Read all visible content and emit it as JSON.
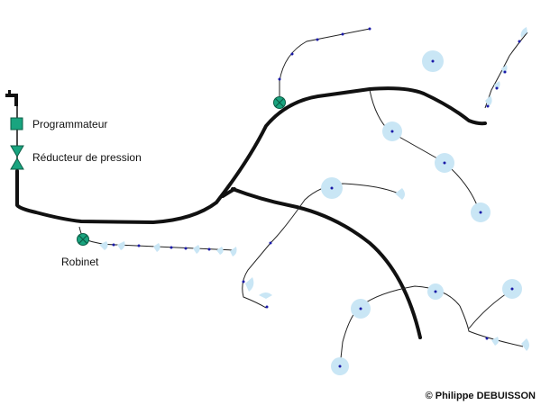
{
  "labels": {
    "programmer": "Programmateur",
    "pressure_reducer": "Réducteur de pression",
    "valve": "Robinet"
  },
  "copyright": "© Philippe DEBUISSON",
  "colors": {
    "main_pipe": "#111111",
    "drip_line": "#222222",
    "spray_zone": "#c9e6f5",
    "emitter_dot": "#1a1aa8",
    "component_fill": "#19a47f",
    "component_stroke": "#0c5e46",
    "faucet": "#111111"
  },
  "icons": {
    "faucet": "faucet-icon",
    "programmer": "square-programmer-icon",
    "pressure_reducer": "hourglass-triangles-icon",
    "valve": "circle-cross-valve-icon"
  }
}
